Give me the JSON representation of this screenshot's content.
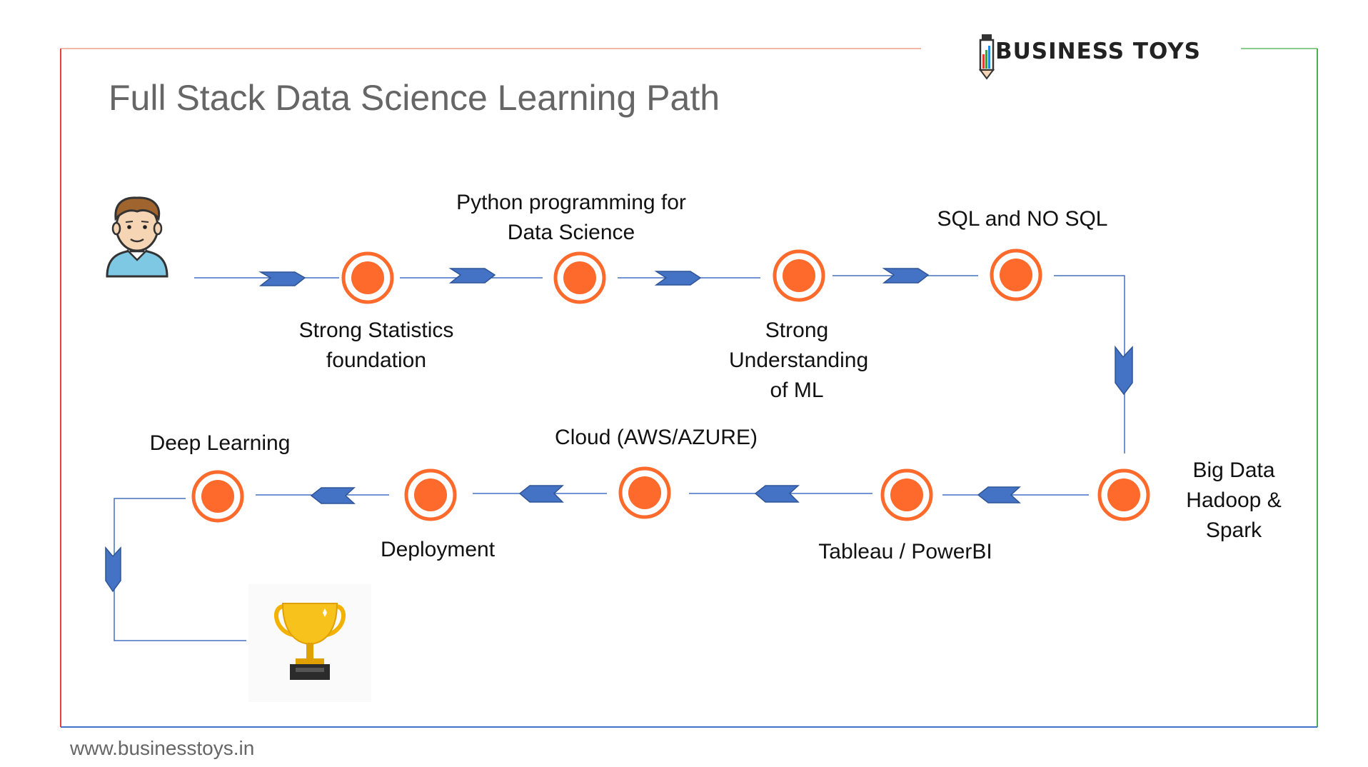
{
  "title": "Full Stack Data Science Learning Path",
  "brand": "BUSINESS TOYS",
  "website": "www.businesstoys.in",
  "colors": {
    "node_fill": "#fd6a2b",
    "node_ring": "#fd6a2b",
    "connector": "#4472c4",
    "arrow_fill": "#4472c4",
    "arrow_stroke": "#2f5597",
    "border_left": "#e8423a",
    "border_right": "#4caf50",
    "border_bottom": "#4472c4",
    "title_text": "#666666"
  },
  "icons": {
    "start": "learner-avatar-icon",
    "finish": "trophy-icon",
    "brand": "pencil-chart-logo-icon"
  },
  "steps": [
    {
      "label": "Strong Statistics foundation"
    },
    {
      "label": "Python programming for Data Science"
    },
    {
      "label": "Strong Understanding of ML"
    },
    {
      "label": "SQL and NO SQL"
    },
    {
      "label": "Big Data Hadoop & Spark"
    },
    {
      "label": "Tableau / PowerBI"
    },
    {
      "label": "Cloud (AWS/AZURE)"
    },
    {
      "label": "Deployment"
    },
    {
      "label": "Deep Learning"
    }
  ]
}
